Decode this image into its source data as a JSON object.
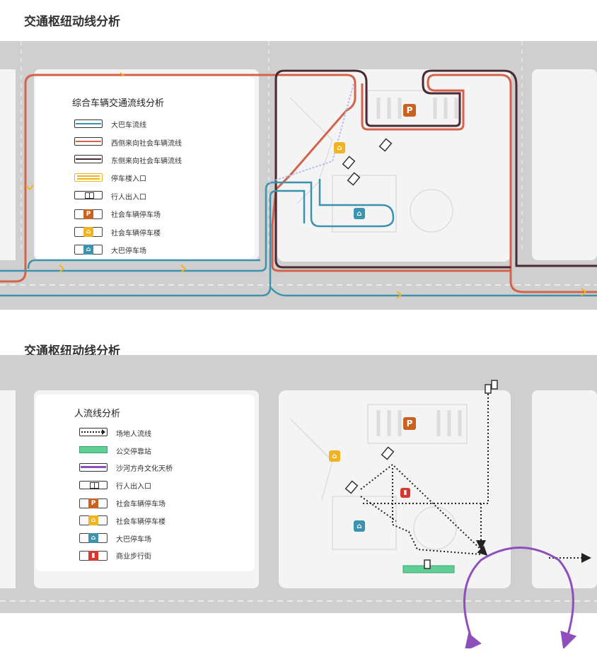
{
  "titles": {
    "top": "交通枢纽动线分析",
    "bottom": "交通枢纽动线分析"
  },
  "colors": {
    "bus_flow": "#3c93ad",
    "west_flow": "#d4634b",
    "east_flow": "#4a2a33",
    "parking_entrance": "#f2b320",
    "bus_stop": "#5fcf93",
    "bridge": "#8e4fbd",
    "road": "#cccccc",
    "block": "#eeeeee"
  },
  "legend1": {
    "title": "综合车辆交通流线分析",
    "items": [
      {
        "icon": "blue-line",
        "label": "大巴车流线"
      },
      {
        "icon": "red-line",
        "label": "西侧来向社会车辆流线"
      },
      {
        "icon": "dark-line",
        "label": "东侧来向社会车辆流线"
      },
      {
        "icon": "yellow-arrow",
        "label": "停车楼入口"
      },
      {
        "icon": "pedestrian-entrance-icon",
        "label": "行人出入口"
      },
      {
        "icon": "parking-p-icon",
        "glyph": "P",
        "label": "社会车辆停车场"
      },
      {
        "icon": "parking-building-icon",
        "glyph": "⌂",
        "label": "社会车辆停车楼"
      },
      {
        "icon": "bus-parking-icon",
        "glyph": "⌂",
        "label": "大巴停车场"
      }
    ]
  },
  "legend2": {
    "title": "人流线分析",
    "items": [
      {
        "icon": "dotted-arrow",
        "label": "场地人流线"
      },
      {
        "icon": "green-bar",
        "label": "公交停靠站"
      },
      {
        "icon": "purple-line",
        "label": "沙河方舟文化天桥"
      },
      {
        "icon": "pedestrian-entrance-icon",
        "label": "行人出入口"
      },
      {
        "icon": "parking-p-icon",
        "glyph": "P",
        "label": "社会车辆停车场"
      },
      {
        "icon": "parking-building-icon",
        "glyph": "⌂",
        "label": "社会车辆停车楼"
      },
      {
        "icon": "bus-parking-icon",
        "glyph": "⌂",
        "label": "大巴停车场"
      },
      {
        "icon": "shopping-street-icon",
        "glyph": "▮",
        "label": "商业步行街"
      }
    ]
  },
  "map_icons": {
    "p": "P",
    "building": "⌂",
    "bus": "⌂",
    "shop": "▮"
  }
}
